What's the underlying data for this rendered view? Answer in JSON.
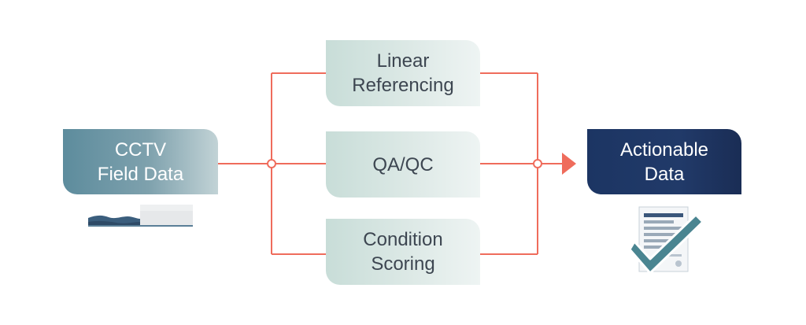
{
  "source": {
    "line1": "CCTV",
    "line2": "Field Data"
  },
  "processes": [
    {
      "line1": "Linear",
      "line2": "Referencing"
    },
    {
      "line1": "QA/QC"
    },
    {
      "line1": "Condition",
      "line2": "Scoring"
    }
  ],
  "output": {
    "line1": "Actionable",
    "line2": "Data"
  },
  "icons": {
    "source": "pipe-footage-thumbnail",
    "output": "checked-document-icon"
  },
  "colors": {
    "connector": "#ef6c5c",
    "source_box": "#6f97a5",
    "process_box": "#d5e5e1",
    "output_box": "#1f3766",
    "dark_text": "#3d4651"
  }
}
